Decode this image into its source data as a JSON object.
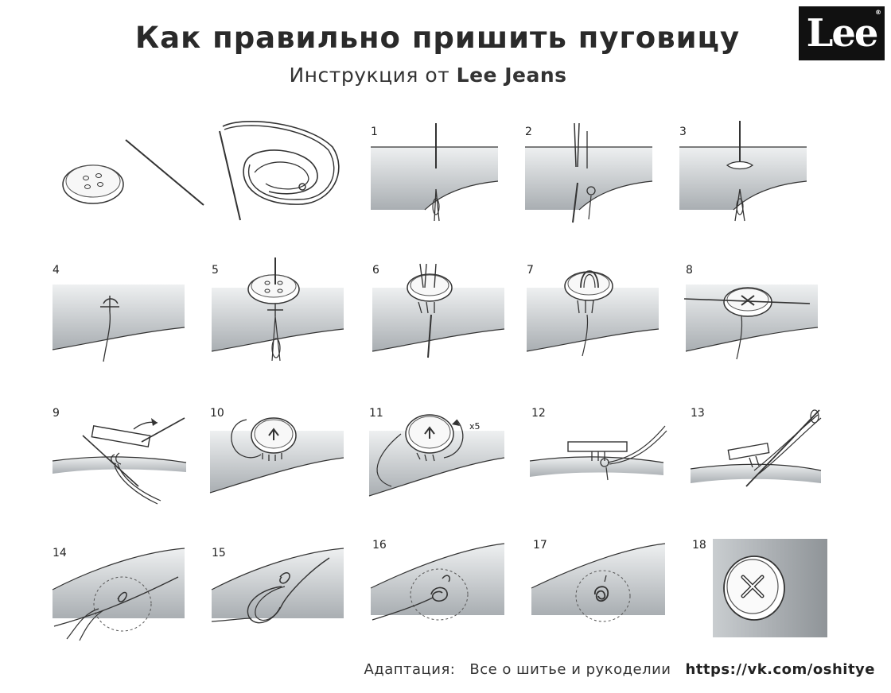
{
  "header": {
    "title": "Как правильно пришить пуговицу",
    "subtitle_prefix": "Инструкция от ",
    "subtitle_brand": "Lee Jeans"
  },
  "logo": {
    "text": "Lee",
    "reg_mark": "®"
  },
  "steps": {
    "s1": "1",
    "s2": "2",
    "s3": "3",
    "s4": "4",
    "s5": "5",
    "s6": "6",
    "s7": "7",
    "s8": "8",
    "s9": "9",
    "s10": "10",
    "s11": "11",
    "s12": "12",
    "s13": "13",
    "s14": "14",
    "s15": "15",
    "s16": "16",
    "s17": "17",
    "s18": "18"
  },
  "annotations": {
    "wrap_count": "x5"
  },
  "footer": {
    "label": "Адаптация:",
    "group": "Все о шитье и рукоделии",
    "link": "https://vk.com/oshitye"
  }
}
